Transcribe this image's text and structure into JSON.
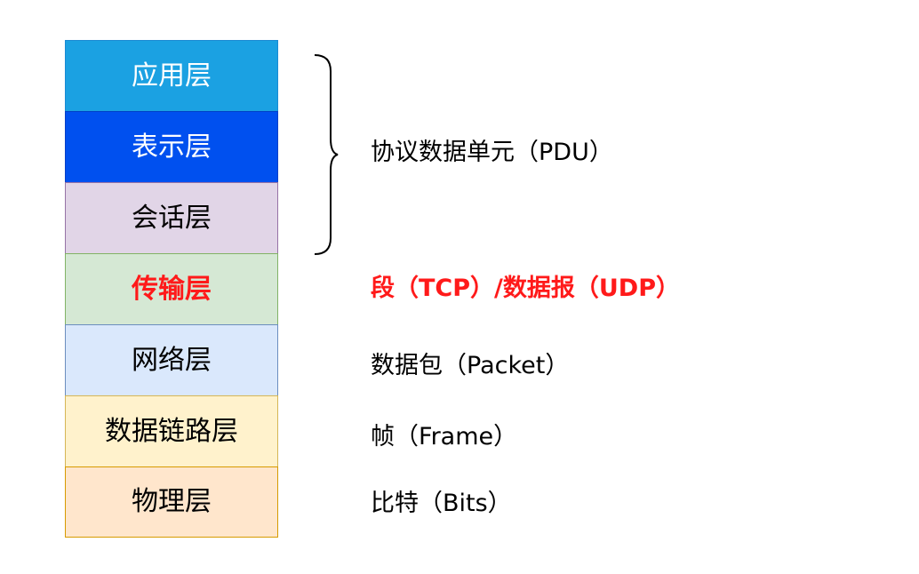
{
  "layers": [
    {
      "label": "应用层",
      "bg": "#1ba1e2",
      "border": "#1b8ad3",
      "color": "#ffffff",
      "bold": false
    },
    {
      "label": "表示层",
      "bg": "#0050ef",
      "border": "#0040c8",
      "color": "#ffffff",
      "bold": false
    },
    {
      "label": "会话层",
      "bg": "#e1d5e7",
      "border": "#9673a6",
      "color": "#000000",
      "bold": false
    },
    {
      "label": "传输层",
      "bg": "#d5e8d4",
      "border": "#82b366",
      "color": "#ff1a1a",
      "bold": true
    },
    {
      "label": "网络层",
      "bg": "#dae8fc",
      "border": "#6c8ebf",
      "color": "#000000",
      "bold": false
    },
    {
      "label": "数据链路层",
      "bg": "#fff2cc",
      "border": "#d6b656",
      "color": "#000000",
      "bold": false
    },
    {
      "label": "物理层",
      "bg": "#ffe6cc",
      "border": "#d79b00",
      "color": "#000000",
      "bold": false
    }
  ],
  "pdus": {
    "upper": "协议数据单元（PDU）",
    "transport": "段（TCP）/数据报（UDP）",
    "network": "数据包（Packet）",
    "datalink": "帧（Frame）",
    "physical": "比特（Bits）"
  },
  "colors": {
    "highlight": "#ff1a1a",
    "text": "#000000",
    "brace": "#000000"
  }
}
